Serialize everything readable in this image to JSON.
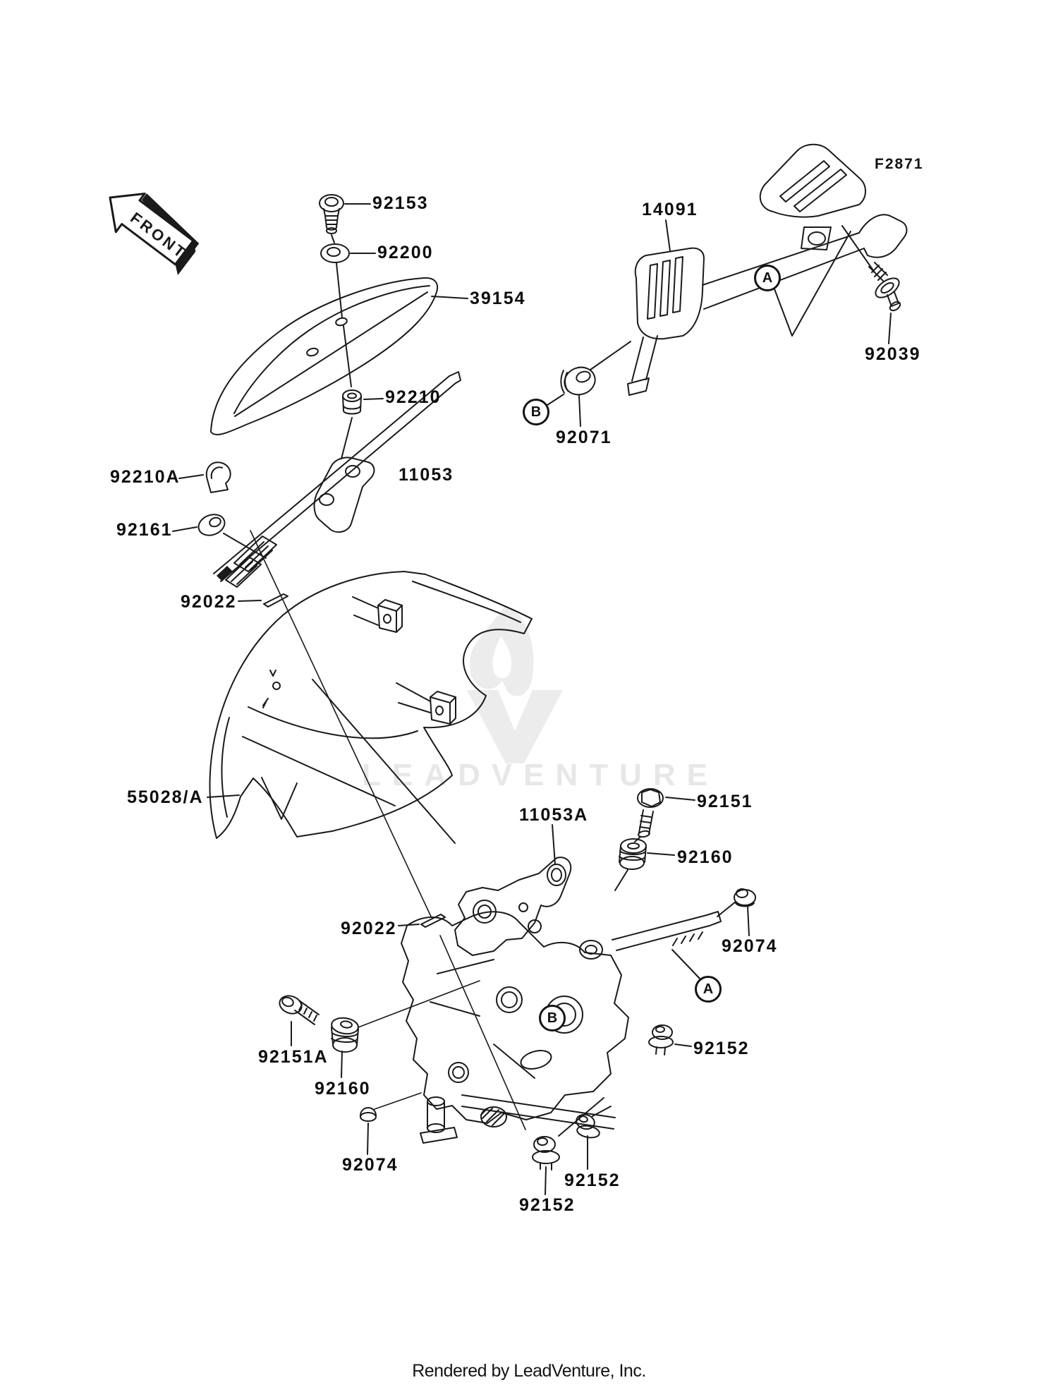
{
  "front_arrow": {
    "label": "FRONT"
  },
  "figure_code": "F2871",
  "watermark": {
    "text": "LEADVENTURE",
    "color": "#e7e7e7"
  },
  "footer": {
    "text": "Rendered by LeadVenture, Inc."
  },
  "ref_circles": [
    {
      "letter": "A"
    },
    {
      "letter": "B"
    },
    {
      "letter": "A"
    },
    {
      "letter": "B"
    }
  ],
  "part_labels": [
    {
      "part": "92153"
    },
    {
      "part": "92200"
    },
    {
      "part": "39154"
    },
    {
      "part": "14091"
    },
    {
      "part": "92039"
    },
    {
      "part": "92071"
    },
    {
      "part": "92210"
    },
    {
      "part": "11053"
    },
    {
      "part": "92210A"
    },
    {
      "part": "92161"
    },
    {
      "part": "92022"
    },
    {
      "part": "55028/A"
    },
    {
      "part": "11053A"
    },
    {
      "part": "92151"
    },
    {
      "part": "92160"
    },
    {
      "part": "92022"
    },
    {
      "part": "92074"
    },
    {
      "part": "92151A"
    },
    {
      "part": "92160"
    },
    {
      "part": "92152"
    },
    {
      "part": "92074"
    },
    {
      "part": "92152"
    },
    {
      "part": "92152"
    }
  ]
}
